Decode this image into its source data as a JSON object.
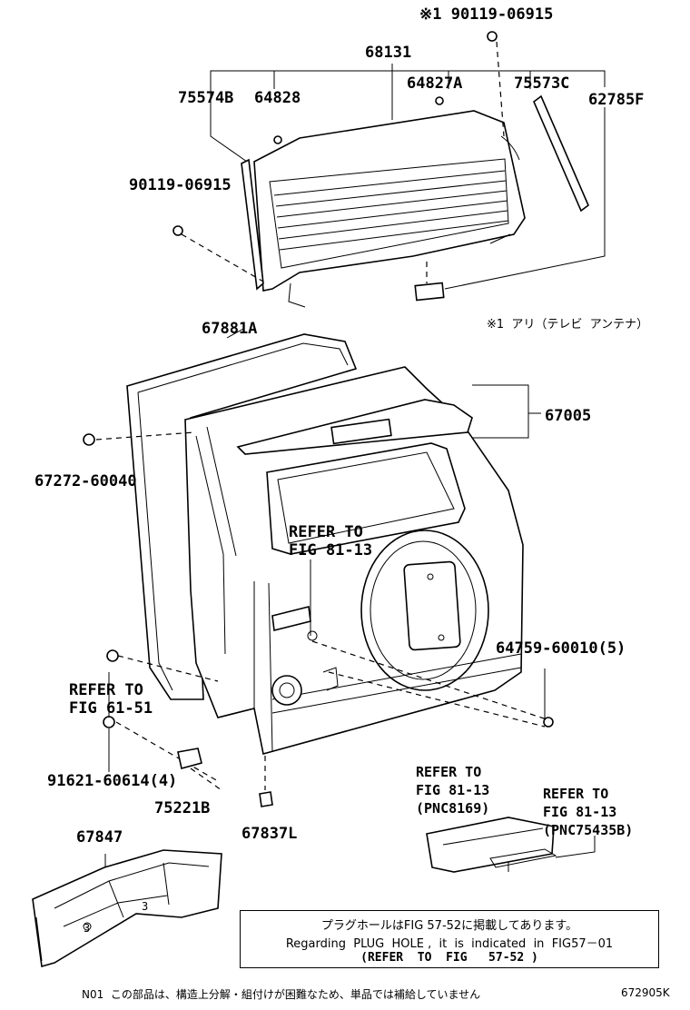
{
  "labels": {
    "note_antenna_part": "※1 90119-06915",
    "glass": "68131",
    "p75574b": "75574B",
    "p64828": "64828",
    "p64827a": "64827A",
    "p75573c": "75573C",
    "p62785f": "62785F",
    "p90119": "90119-06915",
    "antenna_note": "※1  アリ（テレビ  アンテナ）",
    "p67881a": "67881A",
    "p67005": "67005",
    "p67272": "67272-60040",
    "refer_81_13_a_line1": "REFER TO",
    "refer_81_13_a_line2": "FIG 81-13",
    "p64759": "64759-60010(5)",
    "refer_61_51_line1": "REFER TO",
    "refer_61_51_line2": "FIG 61-51",
    "p91621": "91621-60614(4)",
    "p75221b": "75221B",
    "p67837l": "67837L",
    "refer_pnc8169_line1": "REFER TO",
    "refer_pnc8169_line2": "FIG 81-13",
    "refer_pnc8169_line3": "(PNC8169)",
    "refer_pnc75435b_line1": "REFER TO",
    "refer_pnc75435b_line2": "FIG 81-13",
    "refer_pnc75435b_line3": "(PNC75435B)",
    "p67847": "67847"
  },
  "callout_numbers": [
    "3",
    "3"
  ],
  "note_box": {
    "line1": "プラグホールはFIG 57-52に掲載してあります。",
    "line2": "Regarding  PLUG  HOLE ,  it  is  indicated  in  FIG57－01",
    "line3": "(REFER  TO  FIG   57-52 )"
  },
  "footer": {
    "left": "N01  この部品は、構造上分解・組付けが困難なため、単品では補給していません",
    "right": "672905K"
  }
}
